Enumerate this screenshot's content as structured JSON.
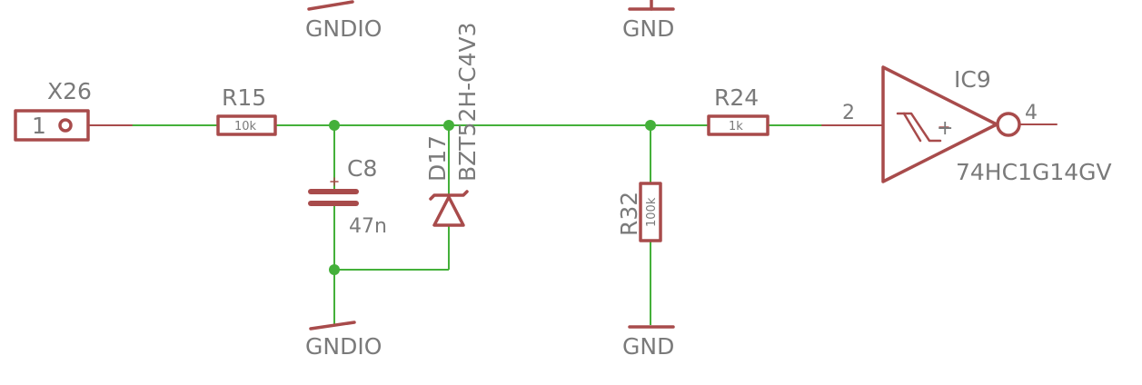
{
  "colors": {
    "symbol": "#a84b4b",
    "wire": "#44b03a",
    "text": "#7a7a7a",
    "background": "#ffffff"
  },
  "connector": {
    "name": "X26",
    "pin": "1"
  },
  "resistors": [
    {
      "name": "R15",
      "value": "10k"
    },
    {
      "name": "R24",
      "value": "1k"
    },
    {
      "name": "R32",
      "value": "100k"
    }
  ],
  "capacitor": {
    "name": "C8",
    "value": "47n"
  },
  "diode": {
    "name": "D17",
    "part": "BZT52H-C4V3"
  },
  "ic": {
    "name": "IC9",
    "part": "74HC1G14GV",
    "input_pin": "2",
    "output_pin": "4",
    "plus_sign": "+"
  },
  "grounds": {
    "gndio_top": "GNDIO",
    "gnd_top": "GND",
    "gndio_bottom": "GNDIO",
    "gnd_bottom": "GND"
  }
}
